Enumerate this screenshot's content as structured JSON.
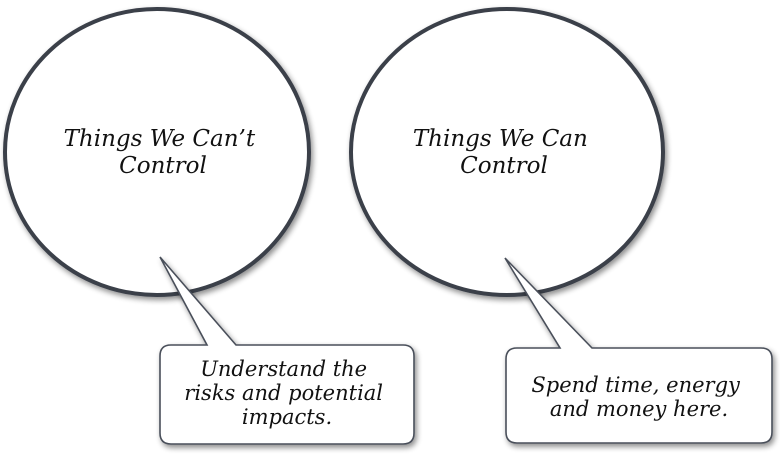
{
  "diagram": {
    "left": {
      "title_line1": "Things We Can’t",
      "title_line2": "Control",
      "note_line1": "Understand the",
      "note_line2": "risks and potential",
      "note_line3": "impacts."
    },
    "right": {
      "title_line1": "Things We Can",
      "title_line2": "Control",
      "note_line1": "Spend time, energy",
      "note_line2": "and money here."
    },
    "colors": {
      "outline": "#3a3f4a",
      "fill": "#ffffff",
      "text": "#111111"
    }
  }
}
